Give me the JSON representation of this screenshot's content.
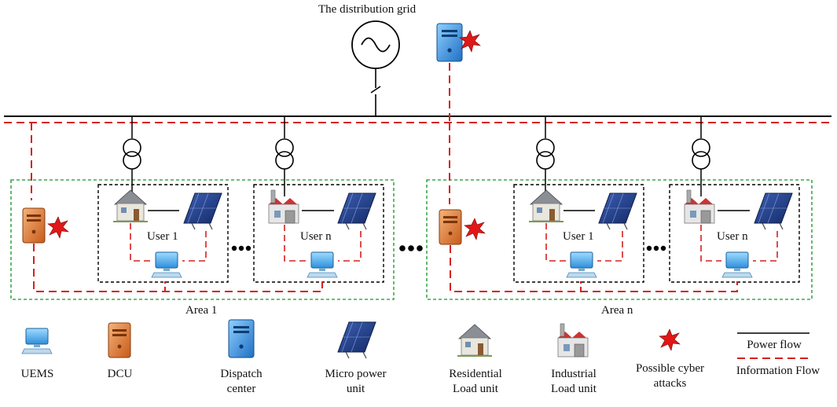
{
  "grid_title": "The distribution grid",
  "areas": [
    {
      "label": "Area 1",
      "users": [
        "User 1",
        "User n"
      ]
    },
    {
      "label": "Area n",
      "users": [
        "User 1",
        "User n"
      ]
    }
  ],
  "legend": {
    "uems": "UEMS",
    "dcu": "DCU",
    "dispatch_line1": "Dispatch",
    "dispatch_line2": "center",
    "micro_line1": "Micro power",
    "micro_line2": "unit",
    "res_line1": "Residential",
    "res_line2": "Load unit",
    "ind_line1": "Industrial",
    "ind_line2": "Load unit",
    "attack_line1": "Possible cyber",
    "attack_line2": "attacks",
    "power_flow": "Power flow",
    "info_flow": "Information Flow"
  },
  "colors": {
    "power_line": "#000000",
    "info_line": "#d62020",
    "area_border": "#3aa84a",
    "user_border": "#000000",
    "dcu": "#e07a30",
    "dispatch": "#2f86d6",
    "uems": "#3a9ee0",
    "attack": "#e01818",
    "panel": "#1f3a8a"
  }
}
